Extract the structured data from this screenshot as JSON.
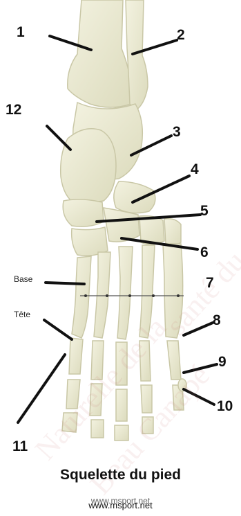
{
  "labels": {
    "n1": "1",
    "n2": "2",
    "n3": "3",
    "n4": "4",
    "n5": "5",
    "n6": "6",
    "n7": "7",
    "n8": "8",
    "n9": "9",
    "n10": "10",
    "n11": "11",
    "n12": "12",
    "base": "Base",
    "tete": "Tête"
  },
  "title": "Squelette du pied",
  "site": "www.msport.net",
  "watermark": [
    "Naturelle de la",
    "Beau Canapé",
    "santé du sui"
  ],
  "colors": {
    "bone_fill": "#e9e8d2",
    "bone_stroke": "#c9c7a6",
    "leader": "#111111"
  }
}
